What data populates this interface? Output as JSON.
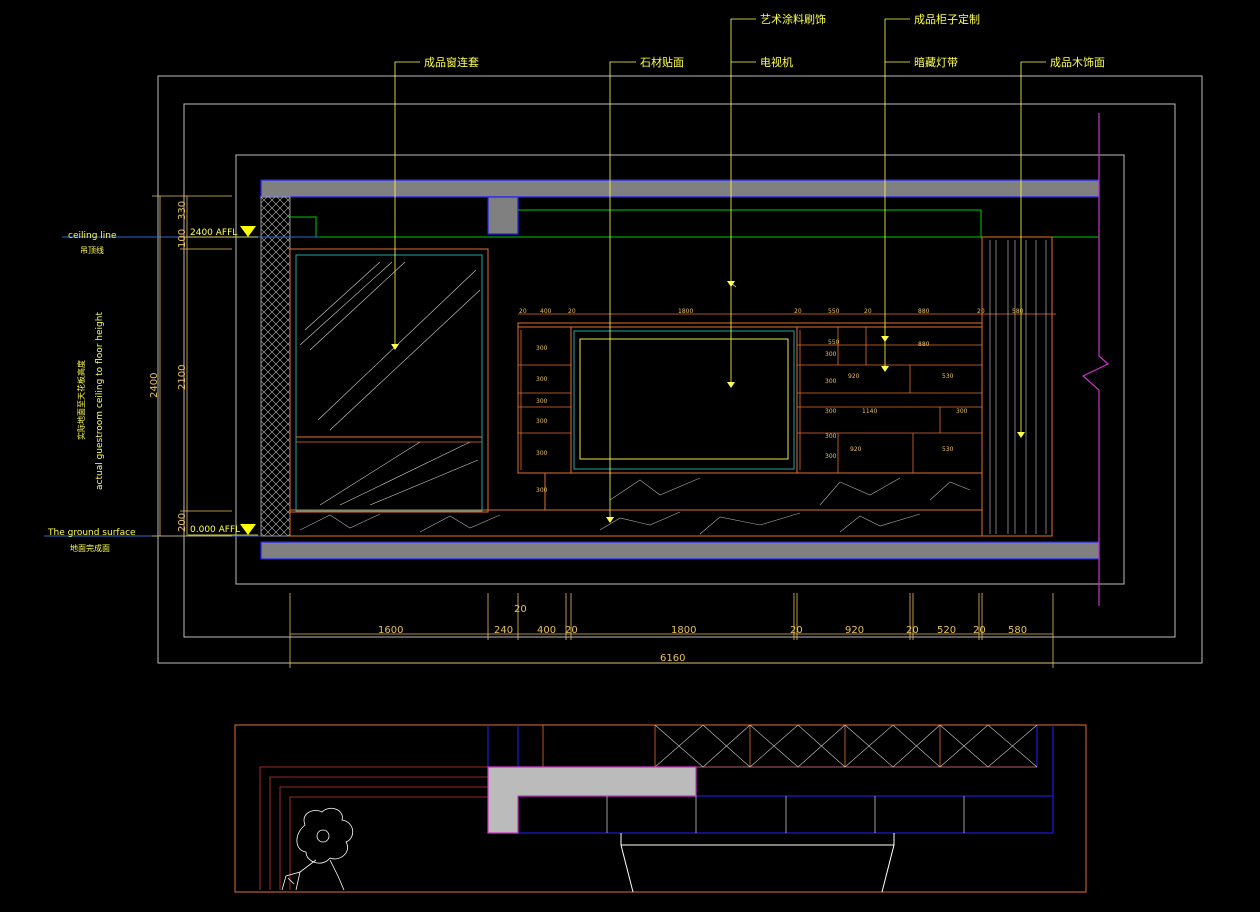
{
  "annotations": {
    "finished_window_set": "成品窗连套",
    "stone_finish": "石材贴面",
    "art_paint_finish": "艺术涂料刷饰",
    "tv": "电视机",
    "custom_cabinet": "成品柜子定制",
    "hidden_light_strip": "暗藏灯带",
    "wood_finish": "成品木饰面"
  },
  "levels": {
    "ceiling_level": "2400 AFFL",
    "floor_level": "0.000 AFFL",
    "ceiling_line_en": "ceiling line",
    "ceiling_line_cn": "吊顶线",
    "ground_en": "The ground surface",
    "ground_cn": "地面完成面",
    "height_en": "actual guestroom ceiling to floor height",
    "height_cn": "实际地面至天花板高度"
  },
  "vertical_dims": {
    "top_330": "330",
    "top_100": "100",
    "total_2400": "2400",
    "mid_2100": "2100",
    "bottom_200": "200"
  },
  "horizontal_dims": {
    "d_20_top": "20",
    "segments": [
      "1600",
      "240",
      "400",
      "20",
      "1800",
      "20",
      "920",
      "20",
      "520",
      "20",
      "580"
    ],
    "total": "6160"
  },
  "cabinet_dims": {
    "top_row": [
      "20",
      "400",
      "20",
      "1800",
      "20",
      "550",
      "20",
      "880",
      "20",
      "580"
    ],
    "inner": [
      "550",
      "880",
      "920",
      "530",
      "1140",
      "300",
      "920",
      "530"
    ],
    "left_col": [
      "300",
      "300",
      "300",
      "300",
      "300",
      "300"
    ],
    "right_col": [
      "300",
      "300",
      "300",
      "300",
      "300"
    ]
  },
  "colors": {
    "background": "#000000",
    "annotation_yellow": "#ffff4d",
    "dimension_gold": "#e8c060",
    "outline_orange": "#e07030",
    "slab_gray": "#808080",
    "outline_blue": "#2020ff",
    "green_line": "#00cc00",
    "magenta": "#cc33cc",
    "frame_gray": "#bbbbbb",
    "cyan": "#33cccc"
  }
}
